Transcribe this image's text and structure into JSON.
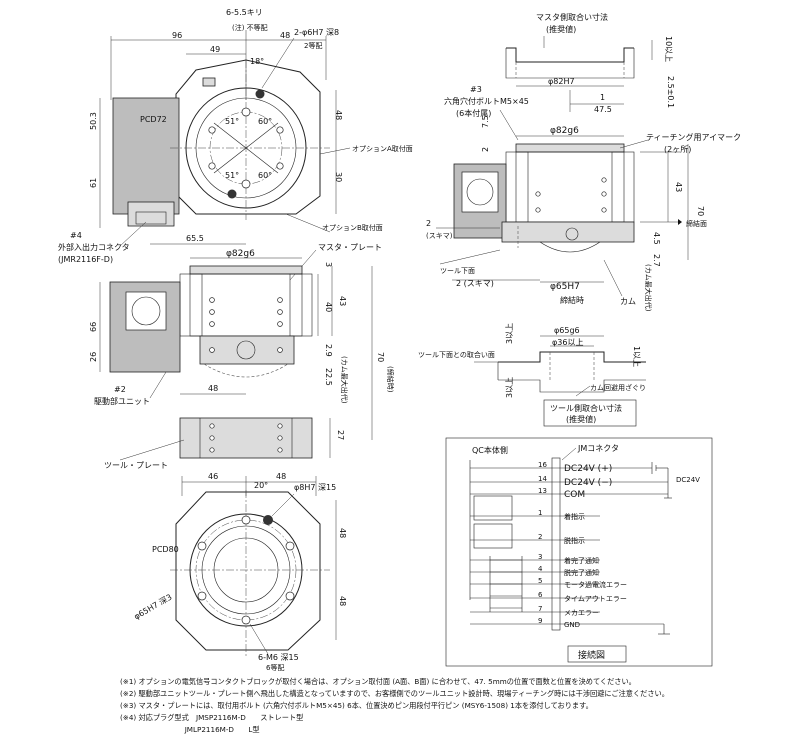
{
  "top_view": {
    "dim_96": "96",
    "dim_49": "49",
    "dim_48": "48",
    "dim_503": "50.3",
    "dim_61": "61",
    "dim_655": "65.5",
    "dim_48r": "48",
    "dim_30r": "30",
    "holes_label": "6-5.5キリ",
    "holes_note": "(注) 不等配",
    "pin_label": "2-φ6H7 深8",
    "pin_note": "2等配",
    "angle_18": "18°",
    "pcd": "PCD72",
    "ang_51a": "51°",
    "ang_60a": "60°",
    "ang_51b": "51°",
    "ang_60b": "60°",
    "option_a": "オプションA取付面",
    "option_b": "オプションB取付面",
    "n4": "#4",
    "connector": "外部入出力コネクタ",
    "connector_model": "(JMR2116F-D)"
  },
  "master_spec": {
    "title": "マスタ側取合い寸法",
    "subtitle": "(推奨値)",
    "phi82h7": "φ82H7",
    "dim_10": "10以上",
    "dim_25": "2.5±0.1",
    "dim_1": "1",
    "dim_475": "47.5",
    "n3": "#3",
    "bolt": "六角穴付ボルトM5×45",
    "bolt_count": "(6本付属)"
  },
  "right_view": {
    "dim_75": "7.5",
    "dim_2": "2",
    "phi82g6": "φ82g6",
    "teaching": "ティーチング用アイマーク",
    "teaching_count": "(2ヶ所)",
    "dim_43": "43",
    "dim_70": "70",
    "fasten_face": "締結面",
    "dim_45": "4.5",
    "dim_27": "2.7",
    "cam_stroke": "(カム最大出代)",
    "dim_2s": "2",
    "skima": "(スキマ)",
    "tool_bottom": "ツール下面",
    "skima2": "2 (スキマ)",
    "phi65h7": "φ65H7",
    "fastened": "締結時",
    "cam": "カム"
  },
  "front_view": {
    "phi82g6": "φ82g6",
    "master_plate": "マスタ・プレート",
    "dim_3": "3",
    "dim_40": "40",
    "dim_43": "43",
    "dim_66": "66",
    "dim_26": "26",
    "dim_29": "2.9",
    "dim_225": "22.5",
    "cam_stroke": "(カム最大出代)",
    "dim_70": "70",
    "fastened": "(締結時)",
    "dim_48": "48",
    "n2": "#2",
    "drive_unit": "駆動部ユニット",
    "tool_plate": "ツール・プレート",
    "dim_27": "27"
  },
  "tool_spec": {
    "phi65g6": "φ65g6",
    "phi36": "φ36以上",
    "dim_3a": "3以上",
    "dim_3b": "3以上",
    "dim_1": "1以上",
    "tool_face": "ツール下面との取合い面",
    "relief": "カム回避用ざぐり",
    "title": "ツール側取合い寸法",
    "subtitle": "(推奨値)"
  },
  "bottom_view": {
    "dim_46": "46",
    "dim_48": "48",
    "angle_20": "20°",
    "pin_label": "φ8H7 深15",
    "pcd": "PCD80",
    "phi65h7": "φ65H7 深3",
    "dim_48a": "48",
    "dim_48b": "48",
    "holes_label": "6-M6 深15",
    "holes_note": "6等配"
  },
  "wiring": {
    "qc_side": "QC本体側",
    "jm_connector": "JMコネクタ",
    "dc24": "DC24V",
    "title": "接続図",
    "pins": [
      {
        "no": "16",
        "label": "DC24V (+)"
      },
      {
        "no": "14",
        "label": "DC24V (−)"
      },
      {
        "no": "13",
        "label": "COM"
      },
      {
        "no": "1",
        "label": "着指示"
      },
      {
        "no": "2",
        "label": "脱指示"
      },
      {
        "no": "3",
        "label": "着完了通知"
      },
      {
        "no": "4",
        "label": "脱完了通知"
      },
      {
        "no": "5",
        "label": "モータ過電流エラー"
      },
      {
        "no": "6",
        "label": "タイムアウトエラー"
      },
      {
        "no": "7",
        "label": "メカエラー"
      },
      {
        "no": "9",
        "label": "GND"
      }
    ]
  },
  "notes": [
    "(※1) オプションの電気信号コンタクトブロックが取付く場合は、オプション取付面 (A面、B面) に合わせて、47. 5mmの位置で面数と位置を決めてください。",
    "(※2) 駆動部ユニットツール・プレート側へ飛出した構造となっていますので、お客様側でのツールユニット設計時、現場ティーチング時には干渉回避にご注意ください。",
    "(※3) マスタ・プレートには、取付用ボルト (六角穴付ボルトM5×45) 6本、位置決めピン用段付平行ピン (MSY6-1508) 1本を添付しております。",
    "(※4) 対応プラグ型式　JMSP2116M-D　　ストレート型",
    "　　　　　　　　　JMLP2116M-D　　L型"
  ]
}
